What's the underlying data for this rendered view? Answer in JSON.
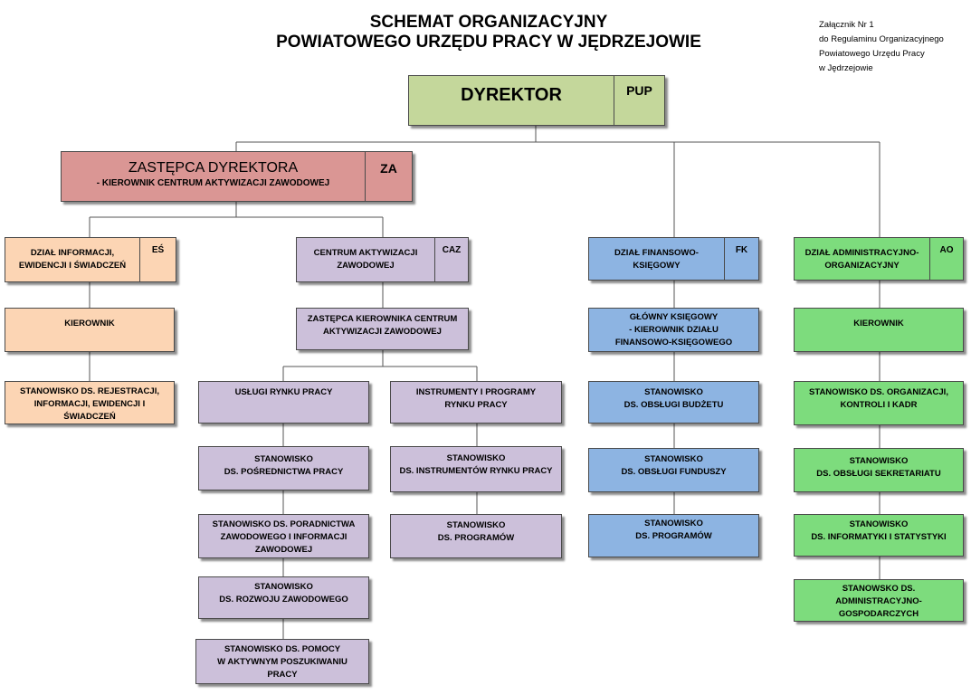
{
  "title": {
    "line1": "SCHEMAT ORGANIZACYJNY",
    "line2": "POWIATOWEGO URZĘDU PRACY W JĘDRZEJOWIE"
  },
  "annex": {
    "line1": "Załącznik Nr 1",
    "line2": "do Regulaminu Organizacyjnego",
    "line3": "Powiatowego Urzędu Pracy",
    "line4": "w Jędrzejowie"
  },
  "director": {
    "label": "DYREKTOR",
    "code": "PUP"
  },
  "deputy": {
    "label": "ZASTĘPCA DYREKTORA",
    "sublabel": "- KIEROWNIK CENTRUM AKTYWIZACJI ZAWODOWEJ",
    "code": "ZA"
  },
  "departments": {
    "es": {
      "head": {
        "lines": [
          "DZIAŁ INFORMACJI,",
          "EWIDENCJI I ŚWIADCZEŃ"
        ],
        "code": "EŚ"
      },
      "items": [
        {
          "lines": [
            "KIEROWNIK"
          ]
        },
        {
          "lines": [
            "STANOWISKO DS. REJESTRACJI,",
            "INFORMACJI, EWIDENCJI I",
            "ŚWIADCZEŃ"
          ]
        }
      ]
    },
    "caz": {
      "head": {
        "lines": [
          "CENTRUM AKTYWIZACJI",
          "ZAWODOWEJ"
        ],
        "code": "CAZ"
      },
      "deputy": {
        "lines": [
          "ZASTĘPCA KIEROWNIKA CENTRUM",
          "AKTYWIZACJI ZAWODOWEJ"
        ]
      },
      "left": [
        {
          "lines": [
            "USŁUGI RYNKU PRACY"
          ]
        },
        {
          "lines": [
            "STANOWISKO",
            "DS. POŚREDNICTWA PRACY"
          ]
        },
        {
          "lines": [
            "STANOWISKO DS. PORADNICTWA",
            "ZAWODOWEGO I INFORMACJI",
            "ZAWODOWEJ"
          ]
        },
        {
          "lines": [
            "STANOWISKO",
            "DS. ROZWOJU ZAWODOWEGO"
          ]
        },
        {
          "lines": [
            "STANOWISKO DS. POMOCY",
            "W AKTYWNYM POSZUKIWANIU",
            "PRACY"
          ]
        }
      ],
      "right": [
        {
          "lines": [
            "INSTRUMENTY I PROGRAMY",
            "RYNKU PRACY"
          ]
        },
        {
          "lines": [
            "STANOWISKO",
            "DS. INSTRUMENTÓW RYNKU PRACY"
          ]
        },
        {
          "lines": [
            "STANOWISKO",
            "DS. PROGRAMÓW"
          ]
        }
      ]
    },
    "fk": {
      "head": {
        "lines": [
          "DZIAŁ FINANSOWO-",
          "KSIĘGOWY"
        ],
        "code": "FK"
      },
      "items": [
        {
          "lines": [
            "GŁÓWNY KSIĘGOWY",
            "- KIEROWNIK DZIAŁU",
            "FINANSOWO-KSIĘGOWEGO"
          ]
        },
        {
          "lines": [
            "STANOWISKO",
            "DS. OBSŁUGI BUDŻETU"
          ]
        },
        {
          "lines": [
            "STANOWISKO",
            "DS. OBSŁUGI FUNDUSZY"
          ]
        },
        {
          "lines": [
            "STANOWISKO",
            "DS. PROGRAMÓW"
          ]
        }
      ]
    },
    "ao": {
      "head": {
        "lines": [
          "DZIAŁ ADMINISTRACYJNO-",
          "ORGANIZACYJNY"
        ],
        "code": "AO"
      },
      "items": [
        {
          "lines": [
            "KIEROWNIK"
          ]
        },
        {
          "lines": [
            "STANOWISKO DS. ORGANIZACJI,",
            "KONTROLI I KADR"
          ]
        },
        {
          "lines": [
            "STANOWISKO",
            "DS. OBSŁUGI SEKRETARIATU"
          ]
        },
        {
          "lines": [
            "STANOWISKO",
            "DS. INFORMATYKI I STATYSTYKI"
          ]
        },
        {
          "lines": [
            "STANOWSKO DS. ADMINISTRACYJNO-",
            "GOSPODARCZYCH"
          ]
        }
      ]
    }
  }
}
